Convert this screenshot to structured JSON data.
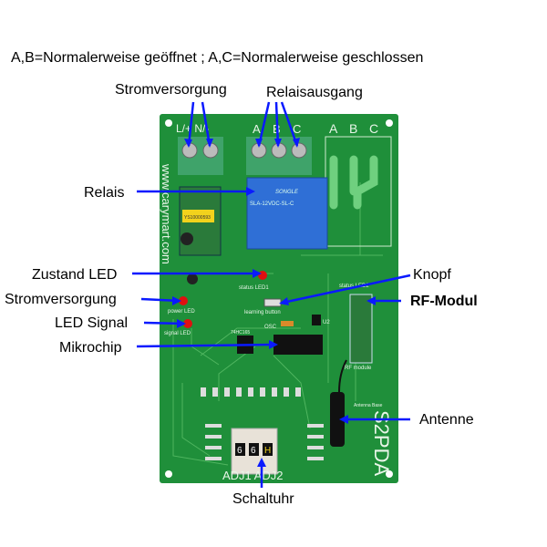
{
  "header": {
    "caption": "A,B=Normalerweise geöffnet ; A,C=Normalerweise geschlossen"
  },
  "labels": {
    "power_top": "Stromversorgung",
    "relay_output": "Relaisausgang",
    "relay": "Relais",
    "status_led": "Zustand LED",
    "power": "Stromversorgung",
    "led_signal": "LED Signal",
    "microchip": "Mikrochip",
    "button": "Knopf",
    "rf_module": "RF-Modul",
    "antenna": "Antenne",
    "timer": "Schaltuhr"
  },
  "board": {
    "terminals_power": "L/+ N/-",
    "terminals_relay": [
      "A",
      "B",
      "C"
    ],
    "pad_labels": [
      "A",
      "B",
      "C"
    ],
    "website": "www.carymart.com",
    "model": "S2PDA",
    "relay_brand": "SONGLE",
    "relay_model": "SLA-12VDC-SL-C",
    "transformer_label": "YS10000593",
    "silk": {
      "status_led1": "status LED1",
      "status_led2": "status LED2",
      "learning_button": "learning button",
      "power_led": "power LED",
      "signal_led": "signal LED",
      "rf_module": "RF module",
      "antenna_base": "Antenna Base",
      "osc": "OSC",
      "u2": "U2",
      "ic_label": "74HC165",
      "adj": "ADJ1  ADJ2"
    },
    "dip_digits": [
      "6",
      "6",
      "H"
    ]
  },
  "colors": {
    "board": "#1f8f3a",
    "arrow": "#0a1aff",
    "relay": "#2f6fd6",
    "terminal": "#3fa36a"
  }
}
